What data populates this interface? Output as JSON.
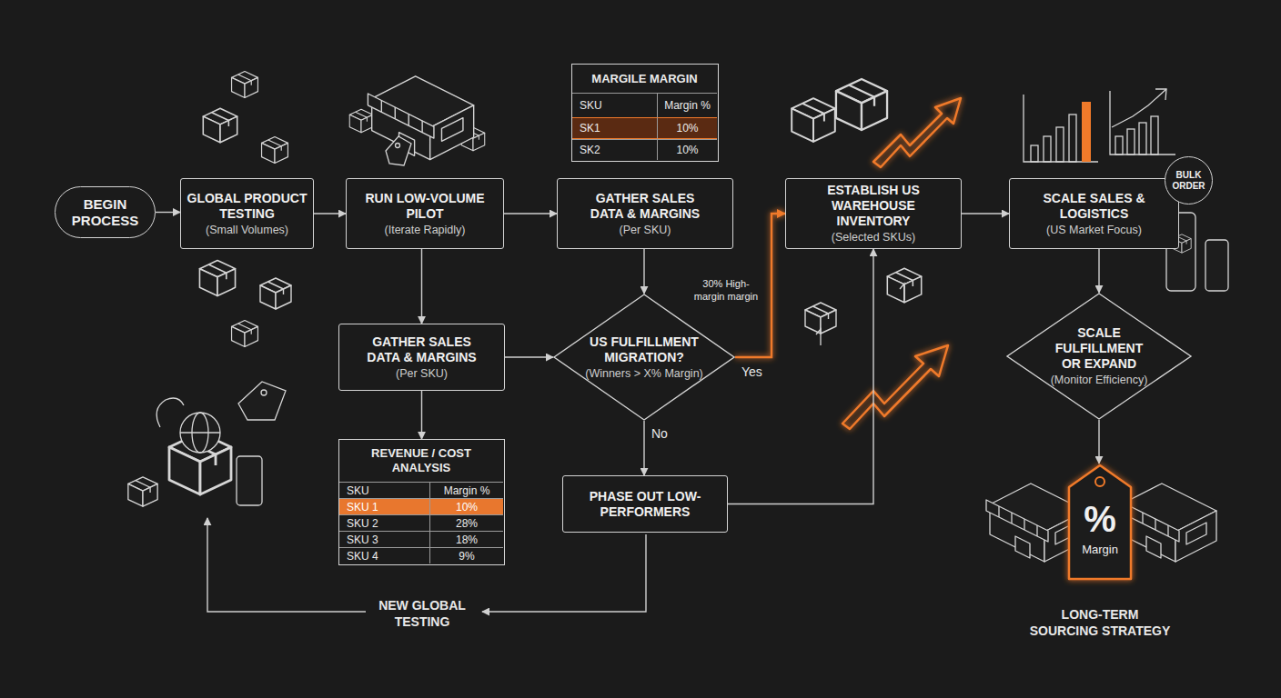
{
  "diagram": {
    "nodes": [
      {
        "text": [
          "BEGIN PROCESS"
        ]
      },
      {
        "text": [
          "GLOBAL PRODUCT TESTING",
          "(Small Volumes)"
        ]
      },
      {
        "text": [
          "RUN LOW-VOLUME PILOT",
          "(Iterate Rapidly)"
        ]
      },
      {
        "text": [
          "MARGILE MARGIN",
          "SKU",
          "Margin %",
          "SK1",
          "10%",
          "SK2",
          "10%"
        ]
      },
      {
        "text": [
          "GATHER SALES DATA & MARGINS",
          "(Per SKU)"
        ]
      },
      {
        "text": [
          "ESTABLISH US WAREHOUSE INVENTORY",
          "(Selected SKUs)"
        ]
      },
      {
        "text": [
          "SCALE SALES & LOGISTICS",
          "(US Market Focus)"
        ]
      },
      {
        "text": [
          "BULK ORDER"
        ]
      },
      {
        "text": [
          "GATHER SALES DATA & MARGINS",
          "(Per SKU)"
        ]
      },
      {
        "text": [
          "US FULFILLMENT MIGRATION?",
          "(Winners > X% Margin)"
        ]
      },
      {
        "text": [
          "REVENUE / COST ANALYSIS",
          "SKU",
          "Margin %",
          "SKU 1",
          "10%",
          "SKU 2",
          "28%",
          "SKU 3",
          "18%",
          "SKU 4",
          "9%"
        ]
      },
      {
        "text": [
          "PHASE OUT LOW-PERFORMERS"
        ]
      },
      {
        "text": [
          "SCALE FULFILLMENT OR EXPAND",
          "(Monitor Efficiency)"
        ]
      },
      {
        "text": [
          "%",
          "Margin"
        ]
      }
    ],
    "edges": [
      {
        "from": 0,
        "to": 1,
        "arrow": "to"
      },
      {
        "from": 1,
        "to": 2,
        "arrow": "to"
      },
      {
        "from": 2,
        "to": 4,
        "arrow": "to"
      },
      {
        "from": 2,
        "to": 8,
        "arrow": "to"
      },
      {
        "from": 4,
        "to": 9,
        "arrow": "to"
      },
      {
        "from": 8,
        "to": 9,
        "arrow": "to"
      },
      {
        "from": 8,
        "to": 10,
        "arrow": "to"
      },
      {
        "from": 9,
        "to": 5,
        "label": "Yes",
        "arrow": "to"
      },
      {
        "from": 9,
        "to": 11,
        "label": "No",
        "arrow": "to"
      },
      {
        "from": 11,
        "to": 5,
        "arrow": "to"
      },
      {
        "from": 5,
        "to": 6,
        "arrow": "to"
      },
      {
        "from": 6,
        "to": 12,
        "arrow": "to"
      },
      {
        "from": 12,
        "to": 13,
        "arrow": "to"
      }
    ],
    "labels": [
      "30% High-margin margin",
      "NEW GLOBAL TESTING",
      "LONG-TERM SOURCING STRATEGY"
    ]
  }
}
